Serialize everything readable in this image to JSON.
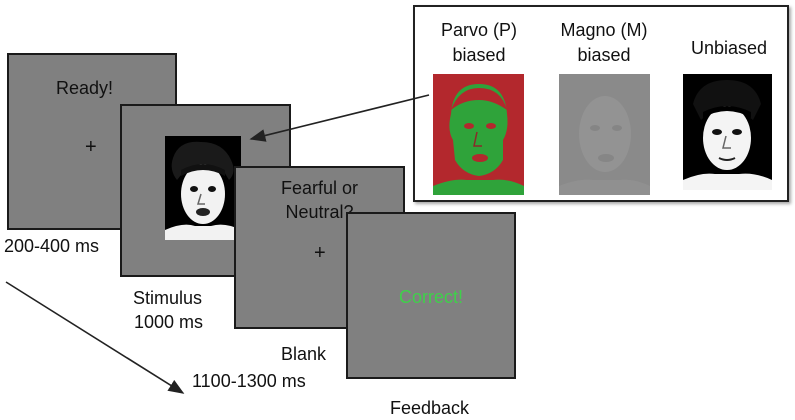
{
  "screens": {
    "ready": {
      "text": "Ready!",
      "fixation": "+"
    },
    "stimulus": {
      "face": "fearful-face-photo"
    },
    "question": {
      "line1": "Fearful or",
      "line2": "Neutral?",
      "fixation": "+"
    },
    "feedback": {
      "text": "Correct!"
    }
  },
  "labels": {
    "ready_duration": "200-400 ms",
    "stimulus_name": "Stimulus",
    "stimulus_duration": "1000 ms",
    "blank_name": "Blank",
    "blank_duration": "1100-1300 ms",
    "feedback_name": "Feedback"
  },
  "inset": {
    "conditions": [
      {
        "line1": "Parvo (P)",
        "line2": "biased",
        "background": "#b3282d",
        "face_color": "#2fa33a"
      },
      {
        "line1": "Magno (M)",
        "line2": "biased",
        "background": "#8a8a8a",
        "face_color": "#949494"
      },
      {
        "line1": "Unbiased",
        "line2": "",
        "background": "#000000",
        "face_color": "#ffffff"
      }
    ]
  },
  "colors": {
    "screen_gray": "#808080",
    "correct_green": "#3fd04a"
  }
}
